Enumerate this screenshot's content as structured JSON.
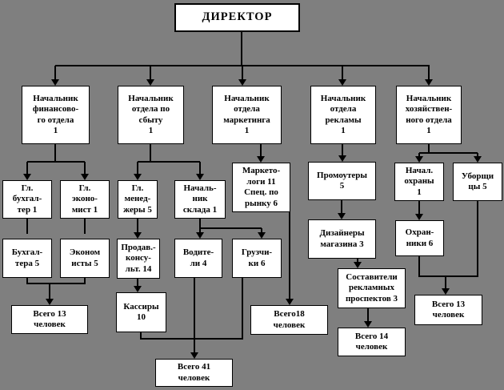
{
  "title": "Организационная структура: ДИРЕКТОР и отделы",
  "colors": {
    "background": "#7f7f7f",
    "node_fill": "#ffffff",
    "node_border": "#000000",
    "text": "#000000",
    "connector": "#000000"
  },
  "nodes": {
    "director": {
      "label": "ДИРЕКТОР"
    },
    "fin_head": {
      "label": "Начальник\nфинансово-\nго отдела\n1"
    },
    "sales_head": {
      "label": "Начальник\nотдела по\nсбыту\n1"
    },
    "mkt_head": {
      "label": "Начальник\nотдела\nмаркетинга\n1"
    },
    "adv_head": {
      "label": "Начальник\nотдела\nрекламы\n1"
    },
    "house_head": {
      "label": "Начальник\nхозяйствен-\nного отдела\n1"
    },
    "chief_acc": {
      "label": "Гл.\nбухгал-\nтер 1"
    },
    "chief_econ": {
      "label": "Гл.\nэконо-\nмист 1"
    },
    "chief_mgr": {
      "label": "Гл.\nменед-\nжеры 5"
    },
    "warehouse_head": {
      "label": "Началь-\nник\nсклада 1"
    },
    "marketologists": {
      "label": "Маркето-\nлоги 11\nСпец. по\nрынку 6"
    },
    "promoters": {
      "label": "Промоутеры\n5"
    },
    "sec_chief": {
      "label": "Начал.\nохраны\n1"
    },
    "cleaners": {
      "label": "Уборщи\nцы 5"
    },
    "accountants": {
      "label": "Бухгал-\nтера 5"
    },
    "economists": {
      "label": "Эконом\nисты 5"
    },
    "sellers": {
      "label": "Продав.-\nконсу-\nльт. 14"
    },
    "drivers": {
      "label": "Водите-\nли 4"
    },
    "loaders": {
      "label": "Грузчи-\nки 6"
    },
    "designers": {
      "label": "Дизайнеры\nмагазина 3"
    },
    "guards": {
      "label": "Охран-\nники 6"
    },
    "cashiers": {
      "label": "Кассиры\n10"
    },
    "compilers": {
      "label": "Составители\nрекламных\nпроспектов 3"
    },
    "total_fin": {
      "label": "Всего 13\nчеловек"
    },
    "total_sales": {
      "label": "Всего 41\nчеловек"
    },
    "total_mkt": {
      "label": "Всего18\nчеловек"
    },
    "total_adv": {
      "label": "Всего 14\nчеловек"
    },
    "total_house": {
      "label": "Всего 13\nчеловек"
    }
  }
}
